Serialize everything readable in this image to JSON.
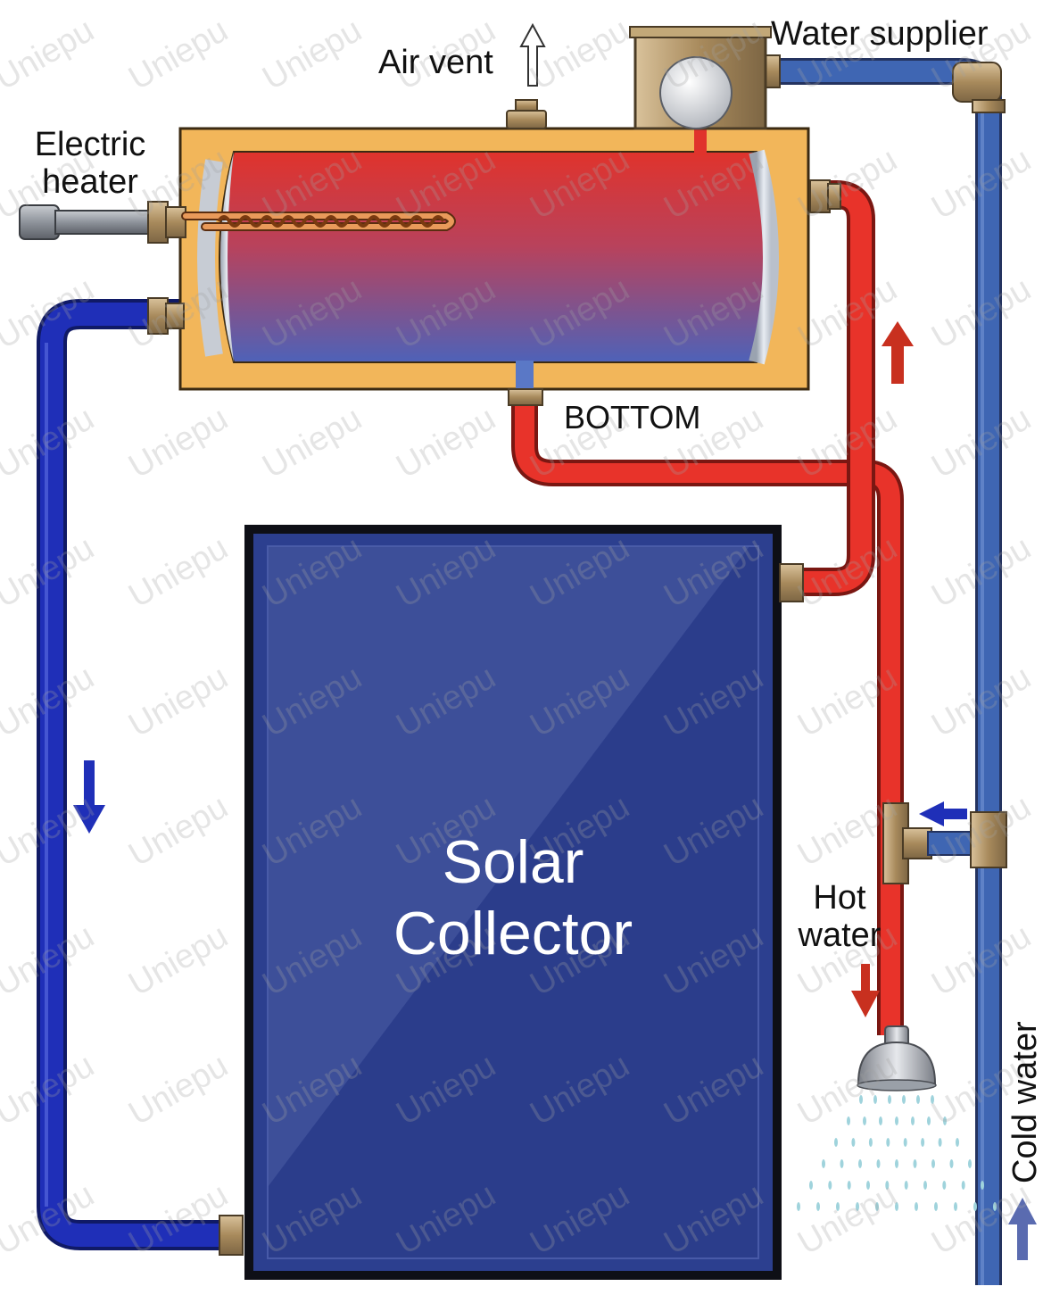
{
  "labels": {
    "air_vent": "Air vent",
    "water_supplier": "Water supplier",
    "electric_heater_line1": "Electric",
    "electric_heater_line2": "heater",
    "bottom": "BOTTOM",
    "solar_collector_line1": "Solar",
    "solar_collector_line2": "Collector",
    "hot_water_line1": "Hot",
    "hot_water_line2": "water",
    "cold_water": "Cold water"
  },
  "watermark": "Uniepu",
  "icons": [
    "arrow-up-icon",
    "arrow-down-icon",
    "arrow-left-icon",
    "shower-head-icon",
    "water-spray-icon"
  ],
  "colors": {
    "hot_pipe": "#e8332a",
    "cold_pipe": "#1f2fb8",
    "supply_pipe": "#3f66b3",
    "tank_insulation": "#f2b65a",
    "collector_panel": "#2c3f8f",
    "fitting_brass": "#b89a6c"
  }
}
